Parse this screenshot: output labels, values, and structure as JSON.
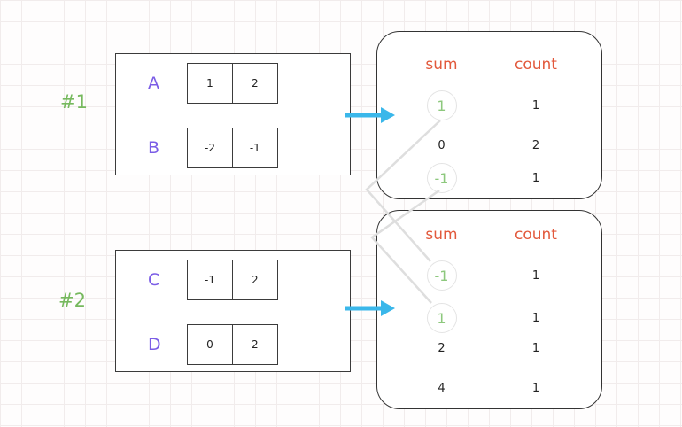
{
  "colors": {
    "label_green": "#76b95e",
    "value_green": "#8dc87d",
    "purple": "#7b5de6",
    "orange": "#e2593c",
    "arrow_blue": "#3ab7ea",
    "connector_gray": "#dedede"
  },
  "groups": [
    {
      "label": "#1",
      "arrays": [
        {
          "name": "A",
          "values": [
            "1",
            "2"
          ]
        },
        {
          "name": "B",
          "values": [
            "-2",
            "-1"
          ]
        }
      ],
      "table": {
        "headers": [
          "sum",
          "count"
        ],
        "rows": [
          {
            "sum": "1",
            "count": "1",
            "highlighted": true
          },
          {
            "sum": "0",
            "count": "2",
            "highlighted": false
          },
          {
            "sum": "-1",
            "count": "1",
            "highlighted": true
          }
        ]
      }
    },
    {
      "label": "#2",
      "arrays": [
        {
          "name": "C",
          "values": [
            "-1",
            "2"
          ]
        },
        {
          "name": "D",
          "values": [
            "0",
            "2"
          ]
        }
      ],
      "table": {
        "headers": [
          "sum",
          "count"
        ],
        "rows": [
          {
            "sum": "-1",
            "count": "1",
            "highlighted": true
          },
          {
            "sum": "1",
            "count": "1",
            "highlighted": true
          },
          {
            "sum": "2",
            "count": "1",
            "highlighted": false
          },
          {
            "sum": "4",
            "count": "1",
            "highlighted": false
          }
        ]
      }
    }
  ]
}
